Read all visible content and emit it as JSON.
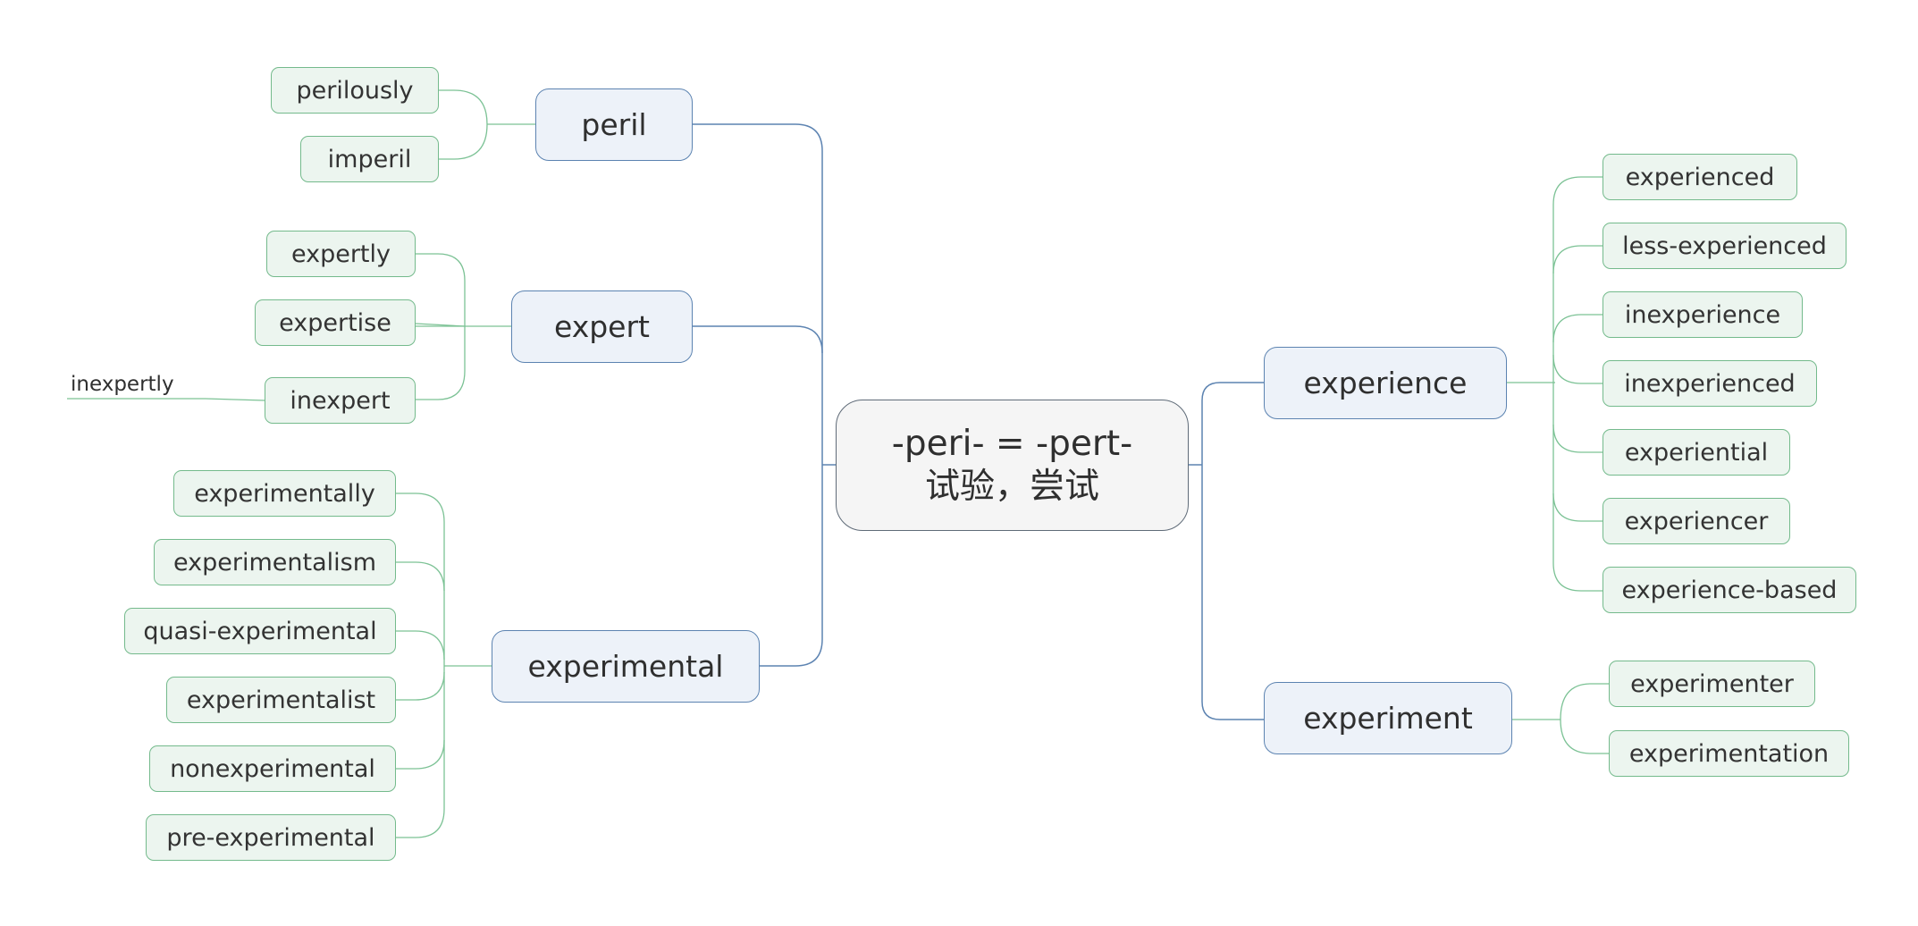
{
  "root": {
    "line1": "-peri- = -pert-",
    "line2": "试验，尝试"
  },
  "branches": {
    "peril": {
      "label": "peril",
      "children": [
        "perilously",
        "imperil"
      ]
    },
    "expert": {
      "label": "expert",
      "children": [
        "expertly",
        "expertise",
        "inexpert"
      ],
      "inexpert_child": "inexpertly"
    },
    "experimental": {
      "label": "experimental",
      "children": [
        "experimentally",
        "experimentalism",
        "quasi-experimental",
        "experimentalist",
        "nonexperimental",
        "pre-experimental"
      ]
    },
    "experience": {
      "label": "experience",
      "children": [
        "experienced",
        "less-experienced",
        "inexperience",
        "inexperienced",
        "experiential",
        "experiencer",
        "experience-based"
      ]
    },
    "experiment": {
      "label": "experiment",
      "children": [
        "experimenter",
        "experimentation"
      ]
    }
  },
  "colors": {
    "branch_line": "#5c83b1",
    "leaf_line": "#7cc295",
    "root_border": "#5f6b78"
  }
}
